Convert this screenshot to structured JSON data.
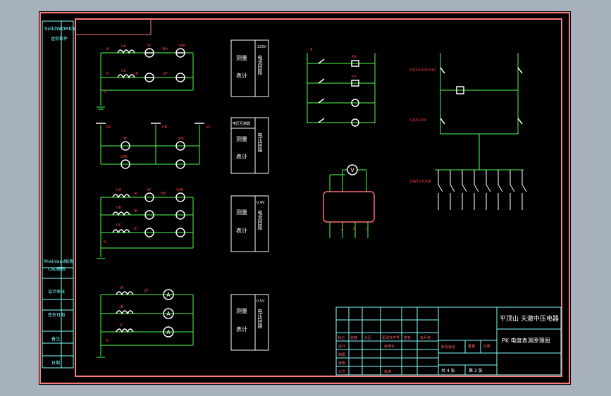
{
  "sidebar": {
    "logo_text": "SolidWORKS",
    "logo_sub": "迷你软件",
    "items": [
      "Rheinland报表",
      "CAD图档",
      "设计审核",
      "签名日期",
      "备注",
      "日期"
    ]
  },
  "panels": [
    {
      "line1": "测量",
      "line2": "表计",
      "side": "电流回路",
      "tag": "220V"
    },
    {
      "line1": "测量",
      "line2": "表计",
      "side": "电压回路",
      "tag": "电压互感器"
    },
    {
      "line1": "测量",
      "line2": "表计",
      "side": "电流回路",
      "tag": "0.4V"
    },
    {
      "line1": "测量",
      "line2": "表计",
      "side": "电压回路",
      "tag": "0.5V"
    }
  ],
  "circuit_labels": {
    "ua": "UA",
    "ub": "UB",
    "uc": "UC",
    "ia": "IA",
    "ib": "IB",
    "ic": "IC",
    "w": "W",
    "wh": "Wh",
    "var": "VAR",
    "n": "N",
    "bus": "A",
    "qf": "QF",
    "dz": "DZ10-100/330",
    "cj": "CJ10-100",
    "dw": "DW15-630A",
    "ka": "KA",
    "kv": "KV",
    "v": "V",
    "a": "A",
    "ge": "A",
    "vb": "B",
    "vc": "C"
  },
  "title_block": {
    "company": "平顶山 天澈中压电器",
    "drawing": "PK 电度表测原理图",
    "sheet": "共 4 张",
    "page": "第 3 张",
    "hdr": [
      "标记",
      "处数",
      "分区",
      "更改文件号",
      "签名",
      "年月日"
    ],
    "rows": [
      "设计",
      "制图",
      "审核",
      "工艺"
    ],
    "std": "标准化",
    "app": "批准",
    "stage": "阶段标记",
    "weight": "重量",
    "scale": "比例"
  }
}
